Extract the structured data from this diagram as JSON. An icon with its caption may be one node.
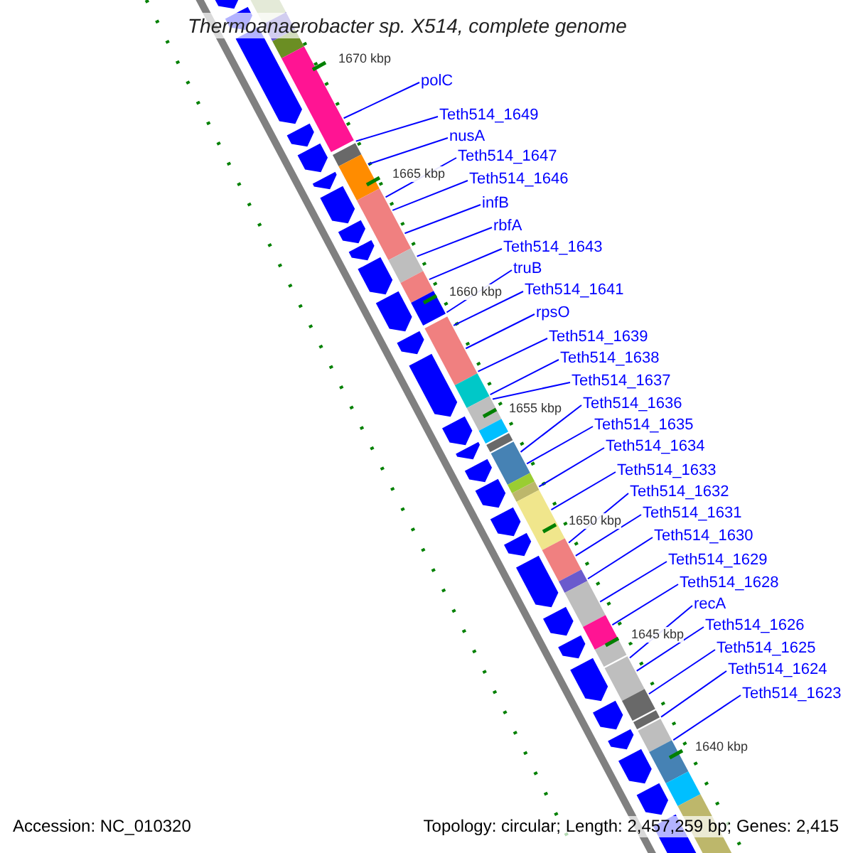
{
  "diagram": {
    "title": "Thermoanaerobacter sp. X514, complete genome",
    "nodes": [
      {
        "text": [
          "polC"
        ]
      },
      {
        "text": [
          "Teth514_1649"
        ]
      },
      {
        "text": [
          "nusA"
        ]
      },
      {
        "text": [
          "Teth514_1647"
        ]
      },
      {
        "text": [
          "Teth514_1646"
        ]
      },
      {
        "text": [
          "infB"
        ]
      },
      {
        "text": [
          "rbfA"
        ]
      },
      {
        "text": [
          "Teth514_1643"
        ]
      },
      {
        "text": [
          "truB"
        ]
      },
      {
        "text": [
          "Teth514_1641"
        ]
      },
      {
        "text": [
          "rpsO"
        ]
      },
      {
        "text": [
          "Teth514_1639"
        ]
      },
      {
        "text": [
          "Teth514_1638"
        ]
      },
      {
        "text": [
          "Teth514_1637"
        ]
      },
      {
        "text": [
          "Teth514_1636"
        ]
      },
      {
        "text": [
          "Teth514_1635"
        ]
      },
      {
        "text": [
          "Teth514_1634"
        ]
      },
      {
        "text": [
          "Teth514_1633"
        ]
      },
      {
        "text": [
          "Teth514_1632"
        ]
      },
      {
        "text": [
          "Teth514_1631"
        ]
      },
      {
        "text": [
          "Teth514_1630"
        ]
      },
      {
        "text": [
          "Teth514_1629"
        ]
      },
      {
        "text": [
          "Teth514_1628"
        ]
      },
      {
        "text": [
          "recA"
        ]
      },
      {
        "text": [
          "Teth514_1626"
        ]
      },
      {
        "text": [
          "Teth514_1625"
        ]
      },
      {
        "text": [
          "Teth514_1624"
        ]
      },
      {
        "text": [
          "Teth514_1623"
        ]
      }
    ],
    "edges": [
      {
        "from": 0,
        "to": null,
        "arrow": "none"
      },
      {
        "from": 1,
        "to": null,
        "arrow": "none"
      },
      {
        "from": 2,
        "to": null,
        "arrow": "none"
      },
      {
        "from": 3,
        "to": null,
        "arrow": "none"
      },
      {
        "from": 4,
        "to": null,
        "arrow": "none"
      },
      {
        "from": 5,
        "to": null,
        "arrow": "none"
      },
      {
        "from": 6,
        "to": null,
        "arrow": "none"
      },
      {
        "from": 7,
        "to": null,
        "arrow": "none"
      },
      {
        "from": 8,
        "to": null,
        "arrow": "none"
      },
      {
        "from": 9,
        "to": null,
        "arrow": "none"
      },
      {
        "from": 10,
        "to": null,
        "arrow": "none"
      },
      {
        "from": 11,
        "to": null,
        "arrow": "none"
      },
      {
        "from": 12,
        "to": null,
        "arrow": "none"
      },
      {
        "from": 13,
        "to": null,
        "arrow": "none"
      },
      {
        "from": 14,
        "to": null,
        "arrow": "none"
      },
      {
        "from": 15,
        "to": null,
        "arrow": "none"
      },
      {
        "from": 16,
        "to": null,
        "arrow": "none"
      },
      {
        "from": 17,
        "to": null,
        "arrow": "none"
      },
      {
        "from": 18,
        "to": null,
        "arrow": "none"
      },
      {
        "from": 19,
        "to": null,
        "arrow": "none"
      },
      {
        "from": 20,
        "to": null,
        "arrow": "none"
      },
      {
        "from": 21,
        "to": null,
        "arrow": "none"
      },
      {
        "from": 22,
        "to": null,
        "arrow": "none"
      },
      {
        "from": 23,
        "to": null,
        "arrow": "none"
      },
      {
        "from": 24,
        "to": null,
        "arrow": "none"
      },
      {
        "from": 25,
        "to": null,
        "arrow": "none"
      },
      {
        "from": 26,
        "to": null,
        "arrow": "none"
      },
      {
        "from": 27,
        "to": null,
        "arrow": "none"
      }
    ],
    "labels": [
      "1670 kbp",
      "1665 kbp",
      "1660 kbp",
      "1655 kbp",
      "1650 kbp",
      "1645 kbp",
      "1640 kbp",
      "Accession: NC_010320",
      "Topology: circular; Length: 2,457,259 bp; Genes: 2,415"
    ]
  }
}
